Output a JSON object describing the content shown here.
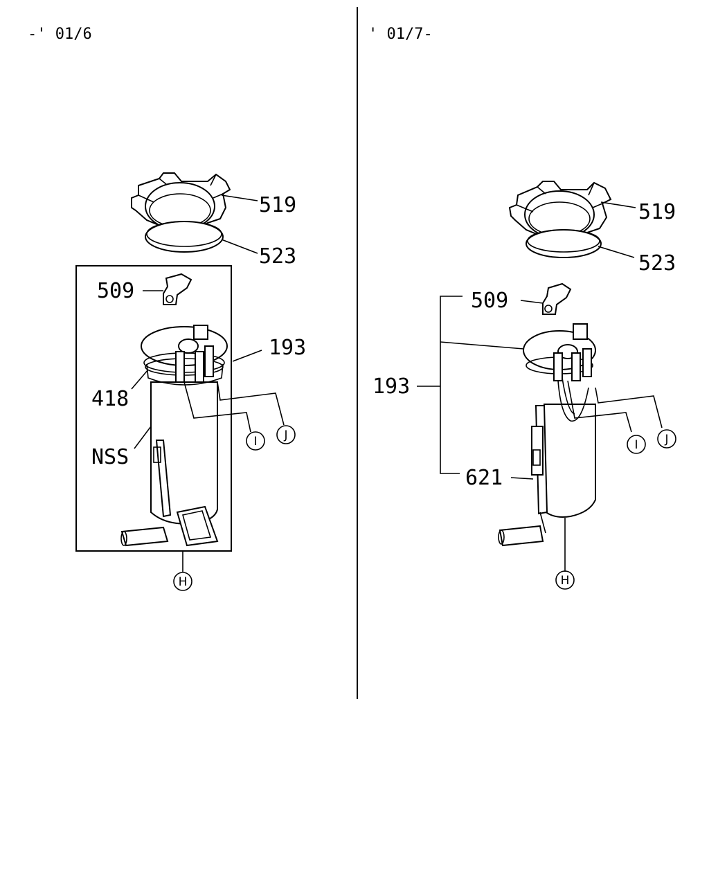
{
  "panels": {
    "left": {
      "header": "-' 01/6"
    },
    "right": {
      "header": "' 01/7-"
    }
  },
  "callouts": {
    "left": {
      "p519": "519",
      "p523": "523",
      "p509": "509",
      "p193": "193",
      "p418": "418",
      "nss": "NSS",
      "conn_i": "I",
      "conn_j": "J",
      "conn_h": "H"
    },
    "right": {
      "p519": "519",
      "p523": "523",
      "p509": "509",
      "p193": "193",
      "p621": "621",
      "conn_i": "I",
      "conn_j": "J",
      "conn_h": "H"
    }
  }
}
